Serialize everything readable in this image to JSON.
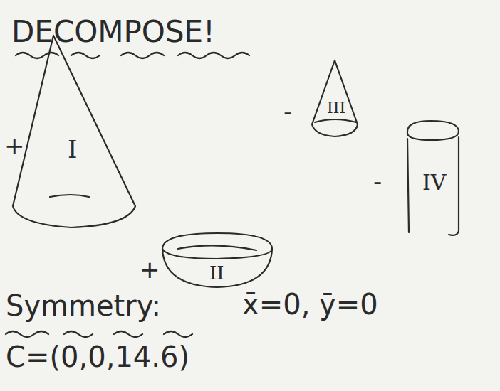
{
  "diagram": {
    "title": "DECOMPOSE!",
    "nodes": [
      {
        "text": [
          "I"
        ]
      },
      {
        "text": [
          "III"
        ]
      },
      {
        "text": [
          "IV"
        ]
      },
      {
        "text": [
          "II"
        ]
      }
    ],
    "labels": [
      "+",
      "-",
      "-",
      "+",
      "Symmetry:",
      "x̄=0, ȳ=0",
      "C=(0,0,14.6)"
    ]
  }
}
